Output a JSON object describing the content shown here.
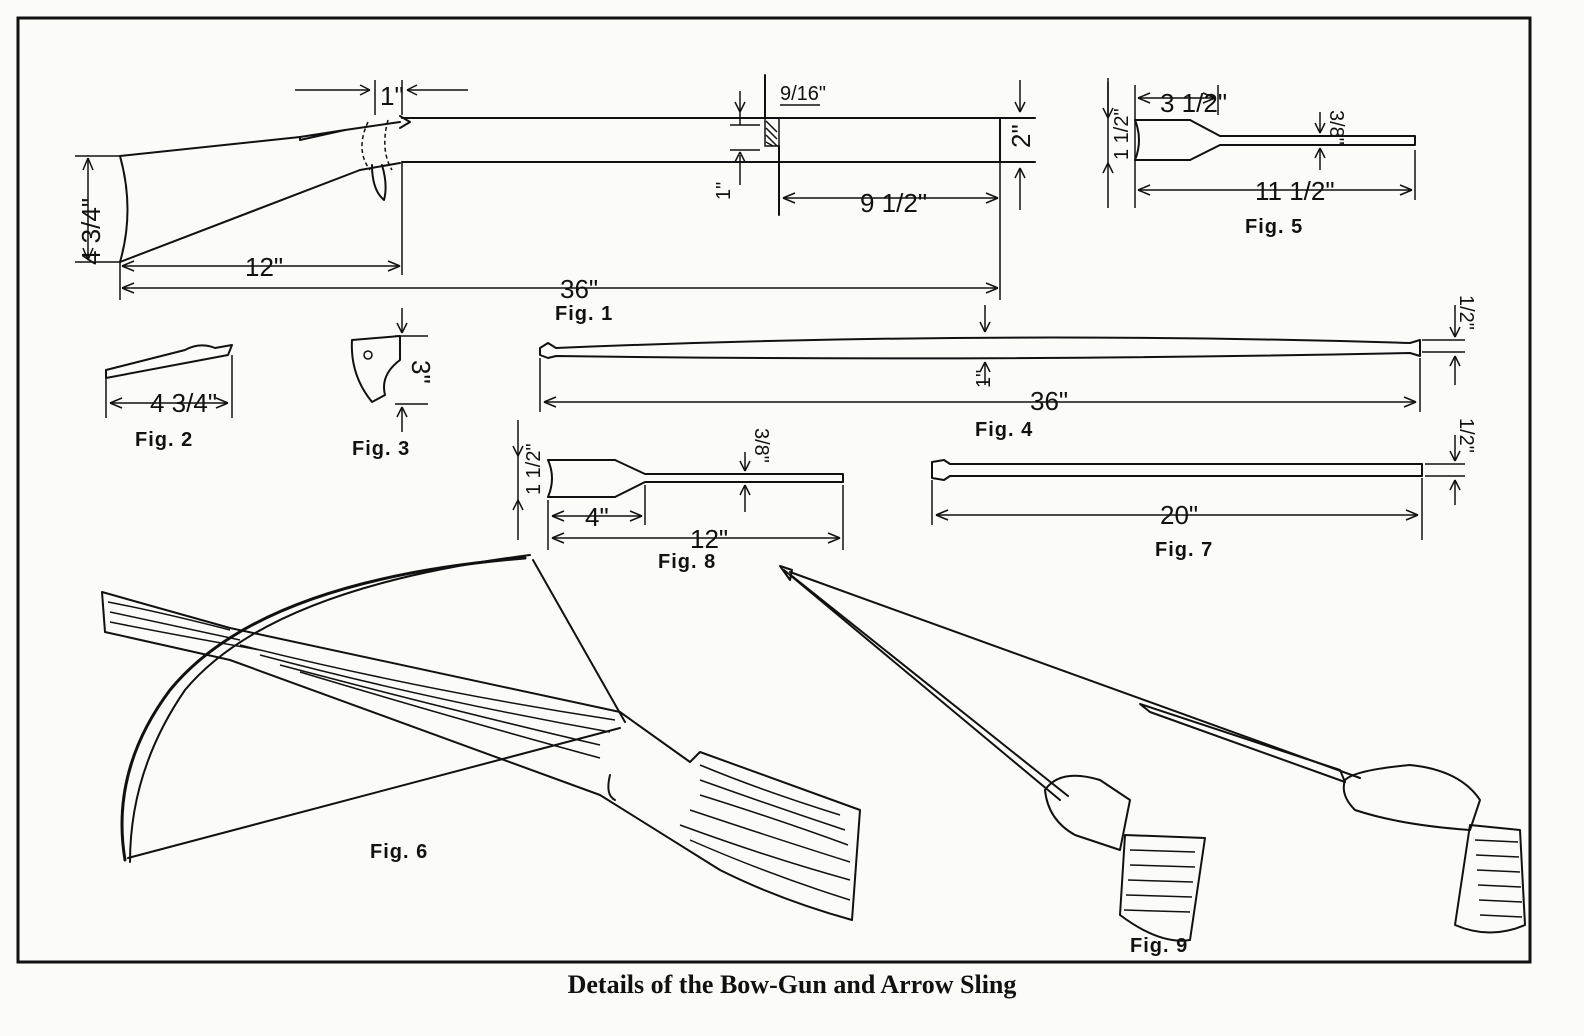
{
  "caption": "Details of the Bow-Gun and Arrow Sling",
  "figures": {
    "fig1": "Fig. 1",
    "fig2": "Fig. 2",
    "fig3": "Fig. 3",
    "fig4": "Fig. 4",
    "fig5": "Fig. 5",
    "fig6": "Fig. 6",
    "fig7": "Fig. 7",
    "fig8": "Fig. 8",
    "fig9": "Fig. 9"
  },
  "dimensions": {
    "fig1": {
      "top_width": "1\"",
      "notch": "9/16\"",
      "barrel_height": "2\"",
      "notch_depth": "1\"",
      "notch_to_end": "9 1/2\"",
      "butt_height": "4 3/4\"",
      "stock_length": "12\"",
      "overall": "36\""
    },
    "fig2": {
      "length": "4 3/4\""
    },
    "fig3": {
      "height": "3\""
    },
    "fig4": {
      "end_height": "1/2\"",
      "middle": "1\"",
      "length": "36\""
    },
    "fig5": {
      "handle": "3 1/2\"",
      "shaft": "3/8\"",
      "width": "1 1/2\"",
      "length": "11 1/2\""
    },
    "fig7": {
      "height": "1/2\"",
      "length": "20\""
    },
    "fig8": {
      "width": "1 1/2\"",
      "shaft": "3/8\"",
      "handle": "4\"",
      "length": "12\""
    }
  }
}
